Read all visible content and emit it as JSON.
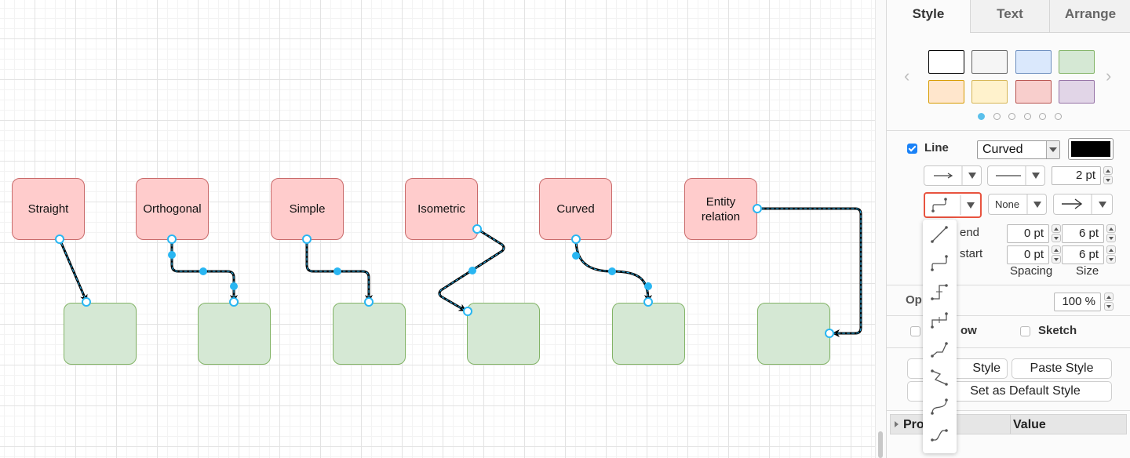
{
  "canvas": {
    "source_nodes": [
      {
        "label": "Straight"
      },
      {
        "label": "Orthogonal"
      },
      {
        "label": "Simple"
      },
      {
        "label": "Isometric"
      },
      {
        "label": "Curved"
      },
      {
        "label": "Entity\nrelation"
      }
    ],
    "colors": {
      "source_fill": "#ffcccc",
      "target_fill": "#d5e8d4",
      "handle": "#29b6f2",
      "edge": "#000000"
    }
  },
  "panel": {
    "tabs": [
      "Style",
      "Text",
      "Arrange"
    ],
    "active_tab": "Style",
    "swatches": [
      "#ffffff",
      "#f5f5f5",
      "#dae8fc",
      "#d5e8d4",
      "#ffe6cc",
      "#fff2cc",
      "#f8cecc",
      "#e1d5e7"
    ],
    "swatch_borders": [
      "#000000",
      "#666666",
      "#6c8ebf",
      "#82b366",
      "#d79b00",
      "#d6b656",
      "#b85450",
      "#9673a6"
    ],
    "line": {
      "checked": true,
      "label": "Line",
      "style_value": "Curved",
      "color": "#000000",
      "width_value": "2 pt",
      "waypoint_none": "None"
    },
    "line_end": {
      "label": "end",
      "value": "0 pt",
      "size": "6 pt"
    },
    "line_start": {
      "label": "start",
      "value": "0 pt",
      "size": "6 pt"
    },
    "spacing_label": "Spacing",
    "size_label": "Size",
    "opacity": {
      "label": "Op",
      "value": "100 %"
    },
    "shadow": {
      "label": "ow",
      "checked": false
    },
    "sketch": {
      "label": "Sketch",
      "checked": false
    },
    "copy_style_label": "Style",
    "paste_style_label": "Paste Style",
    "set_default_label": "Set as Default Style",
    "properties": {
      "property_header": "Pro",
      "value_header": "Value"
    }
  },
  "waypoint_menu": {
    "items": [
      "straight-icon",
      "orthogonal-icon",
      "horizontal-elbow-icon",
      "vertical-elbow-icon",
      "isometric-horizontal-icon",
      "isometric-vertical-icon",
      "curved-icon",
      "entity-relation-icon"
    ]
  }
}
